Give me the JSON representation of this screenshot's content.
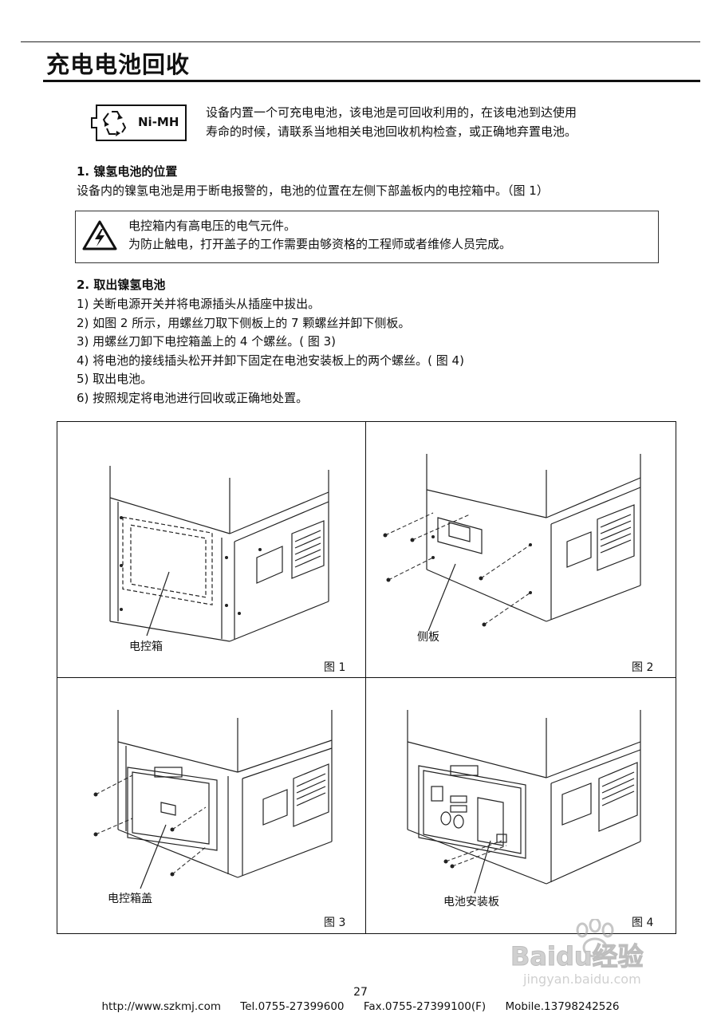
{
  "header": {
    "title": "充电电池回收"
  },
  "recycle": {
    "badge_text": "Ni-MH"
  },
  "intro": {
    "line1": "设备内置一个可充电电池，该电池是可回收利用的，在该电池到达使用",
    "line2": "寿命的时候，请联系当地相关电池回收机构检查，或正确地弃置电池。"
  },
  "section1": {
    "heading": "1.  镍氢电池的位置",
    "text": "设备内的镍氢电池是用于断电报警的，电池的位置在左侧下部盖板内的电控箱中。（图 1）"
  },
  "warning": {
    "line1": "电控箱内有高电压的电气元件。",
    "line2": "为防止触电，打开盖子的工作需要由够资格的工程师或者维修人员完成。"
  },
  "section2": {
    "heading": "2.  取出镍氢电池",
    "steps": [
      "1)  关断电源开关并将电源插头从插座中拔出。",
      "2)  如图 2 所示，用螺丝刀取下侧板上的 7 颗螺丝并卸下侧板。",
      "3)  用螺丝刀卸下电控箱盖上的 4 个螺丝。( 图 3)",
      "4)  将电池的接线插头松开并卸下固定在电池安装板上的两个螺丝。( 图 4)",
      "5)  取出电池。",
      "6)  按照规定将电池进行回收或正确地处置。"
    ]
  },
  "figures": [
    {
      "label": "电控箱",
      "num": "图 1"
    },
    {
      "label": "侧板",
      "num": "图 2"
    },
    {
      "label": "电控箱盖",
      "num": "图 3"
    },
    {
      "label": "电池安装板",
      "num": "图 4"
    }
  ],
  "footer": {
    "page_number": "27",
    "url": "http://www.szkmj.com",
    "tel": "Tel.0755-27399600",
    "fax": "Fax.0755-27399100(F)",
    "mobile": "Mobile.13798242526"
  },
  "watermark": {
    "text": "Baidu经验",
    "sub": "jingyan.baidu.com"
  }
}
